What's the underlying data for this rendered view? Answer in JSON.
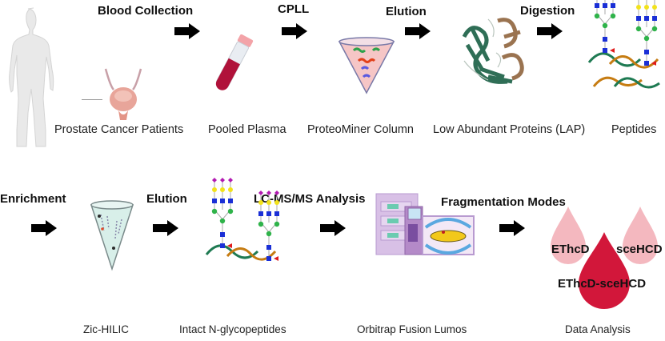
{
  "row1": {
    "steps": [
      "Blood Collection",
      "CPLL",
      "Elution",
      "Digestion"
    ],
    "captions": [
      "Prostate Cancer Patients",
      "Pooled Plasma",
      "ProteoMiner Column",
      "Low Abundant Proteins (LAP)",
      "Peptides"
    ]
  },
  "row2": {
    "steps": [
      "Enrichment",
      "Elution",
      "LC-MS/MS Analysis",
      "Fragmentation Modes"
    ],
    "captions": [
      "Zic-HILIC",
      "Intact N-glycopeptides",
      "Orbitrap Fusion Lumos",
      "Data Analysis"
    ]
  },
  "fragmentation": {
    "modes": [
      "EThcD",
      "sceHCD",
      "EThcD-sceHCD"
    ]
  },
  "colors": {
    "arrow": "#000000",
    "light_drop": "#f4b8bf",
    "dark_drop": "#d2173a",
    "peptide_green": "#1e7a52",
    "peptide_orange": "#c67c12",
    "sugar_purple": "#b21ab2",
    "sugar_yellow": "#f2e21c",
    "sugar_blue": "#1a2fd6",
    "sugar_green": "#2fb34a",
    "sugar_red": "#e01a1a"
  }
}
